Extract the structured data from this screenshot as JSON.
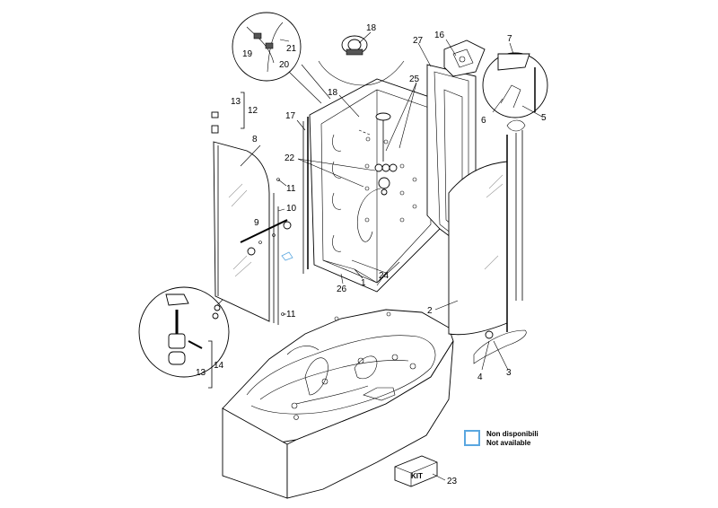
{
  "legend": {
    "swatch_color": "#5aa7e0",
    "line1": "Non disponibili",
    "line2": "Not available"
  },
  "callouts": [
    "1",
    "2",
    "3",
    "4",
    "5",
    "6",
    "7",
    "8",
    "9",
    "10",
    "11",
    "11",
    "12",
    "13",
    "13",
    "14",
    "16",
    "17",
    "18",
    "18",
    "19",
    "20",
    "21",
    "22",
    "23",
    "24",
    "25",
    "26",
    "27"
  ],
  "kit_label": "KIT",
  "colors": {
    "line": "#000000",
    "not_available": "#5aa7e0",
    "shading": "#d9d9d9"
  }
}
